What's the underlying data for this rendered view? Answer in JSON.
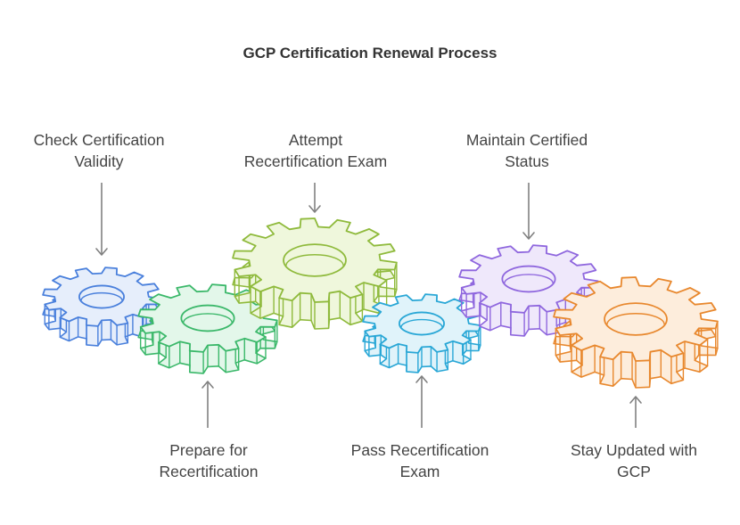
{
  "diagram": {
    "title": "GCP Certification Renewal Process",
    "steps": [
      {
        "id": "check",
        "lines": [
          "Check Certification",
          "Validity"
        ],
        "color": "#4a80dc",
        "fill": "#e6eefb"
      },
      {
        "id": "prepare",
        "lines": [
          "Prepare for",
          "Recertification"
        ],
        "color": "#3bb86a",
        "fill": "#e3f7ea"
      },
      {
        "id": "attempt",
        "lines": [
          "Attempt",
          "Recertification Exam"
        ],
        "color": "#8fba3c",
        "fill": "#eff7dc"
      },
      {
        "id": "pass",
        "lines": [
          "Pass Recertification",
          "Exam"
        ],
        "color": "#29a7d6",
        "fill": "#e0f3fa"
      },
      {
        "id": "maintain",
        "lines": [
          "Maintain Certified",
          "Status"
        ],
        "color": "#8f67de",
        "fill": "#efe8fb"
      },
      {
        "id": "stay",
        "lines": [
          "Stay Updated with",
          "GCP"
        ],
        "color": "#e8882e",
        "fill": "#fdeddc"
      }
    ],
    "arrow_color": "#808080"
  }
}
